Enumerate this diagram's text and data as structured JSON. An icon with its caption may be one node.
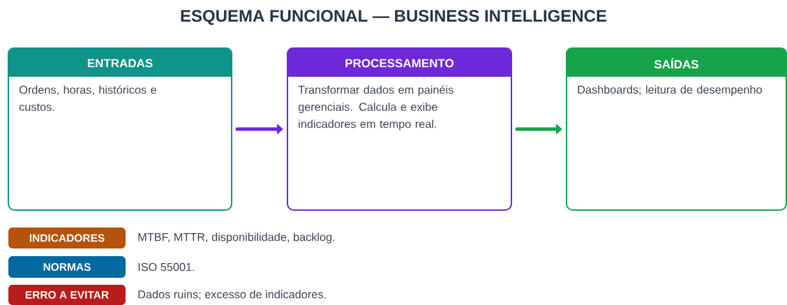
{
  "diagram": {
    "title": "ESQUEMA FUNCIONAL — BUSINESS INTELLIGENCE",
    "nodes": [
      {
        "text": [
          "ENTRADAS",
          "Ordens, horas, históricos e custos."
        ]
      },
      {
        "text": [
          "PROCESSAMENTO",
          "Transformar dados em painéis gerenciais. Calcula e exibe indicadores em tempo real."
        ]
      },
      {
        "text": [
          "SAÍDAS",
          "Dashboards; leitura de desempenho"
        ]
      },
      {
        "text": [
          "INDICADORES"
        ],
        "beside": [
          "MTBF, MTTR, disponibilidade, backlog."
        ]
      },
      {
        "text": [
          "NORMAS"
        ],
        "beside": [
          "ISO 55001."
        ]
      },
      {
        "text": [
          "ERRO A EVITAR"
        ],
        "beside": [
          "Dados ruins; excesso de indicadores."
        ]
      }
    ],
    "edges": [
      {
        "from": 0,
        "to": 1,
        "arrow": "to",
        "color": "#6d28d9"
      },
      {
        "from": 1,
        "to": 2,
        "arrow": "to",
        "color": "#16a34a"
      }
    ]
  }
}
